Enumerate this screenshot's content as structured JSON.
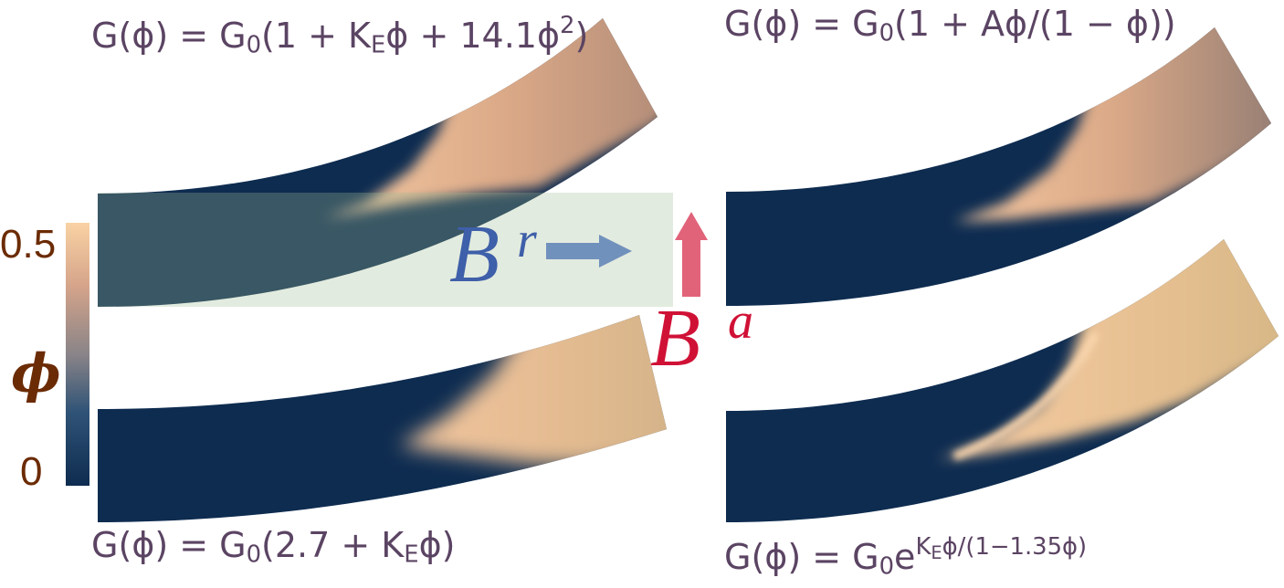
{
  "colors": {
    "equation_text": "#5b4463",
    "colorbar_text": "#6b2b04",
    "phi_low": "#0e2c50",
    "phi_mid": "#8a8488",
    "phi_high": "#f9d2a4",
    "radial_field": "#3e5fa9",
    "radial_arrow": "#7191bd",
    "axial_field": "#d01136",
    "axial_arrow": "#e1637a",
    "highlight_box": "#a0be96"
  },
  "colorbar": {
    "label": "ϕ",
    "max_tick": "0.5",
    "min_tick": "0"
  },
  "fields": {
    "radial": {
      "symbol": "B",
      "superscript": "r"
    },
    "axial": {
      "symbol": "B",
      "superscript": "a"
    }
  },
  "equations": {
    "top_left": [
      "G(ϕ) = G",
      "0",
      "(1 + K",
      "E",
      "ϕ + 14.1ϕ",
      "2",
      ")"
    ],
    "top_right": [
      "G(ϕ) = G",
      "0",
      "(1 + Aϕ/(1 − ϕ))"
    ],
    "bottom_left": [
      "G(ϕ) = G",
      "0",
      "(2.7 + K",
      "E",
      "ϕ)"
    ],
    "bottom_right": [
      "G(ϕ) = G",
      "0",
      "e",
      "K",
      "E",
      "ϕ/(1−1.35ϕ)"
    ]
  }
}
